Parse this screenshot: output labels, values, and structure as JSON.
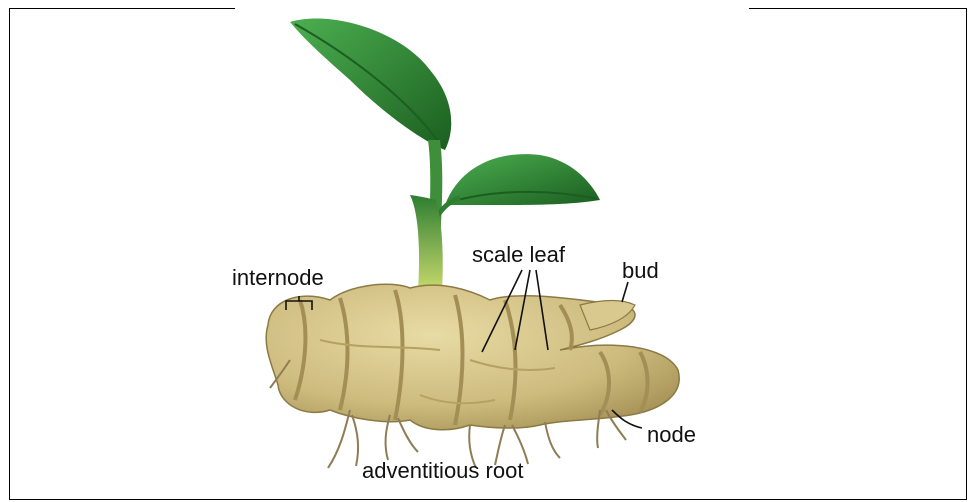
{
  "diagram": {
    "labels": {
      "internode": "internode",
      "scale_leaf": "scale leaf",
      "bud": "bud",
      "node": "node",
      "adventitious_root": "adventitious root"
    },
    "colors": {
      "leaf": "#2e7d32",
      "leaf_dark": "#1b5e20",
      "stem": "#3f8f3a",
      "stem_base": "#b7cf63",
      "rhizome": "#cdbb7e",
      "rhizome_shadow": "#a38f55",
      "root": "#8e7d55",
      "line": "#111111"
    }
  }
}
